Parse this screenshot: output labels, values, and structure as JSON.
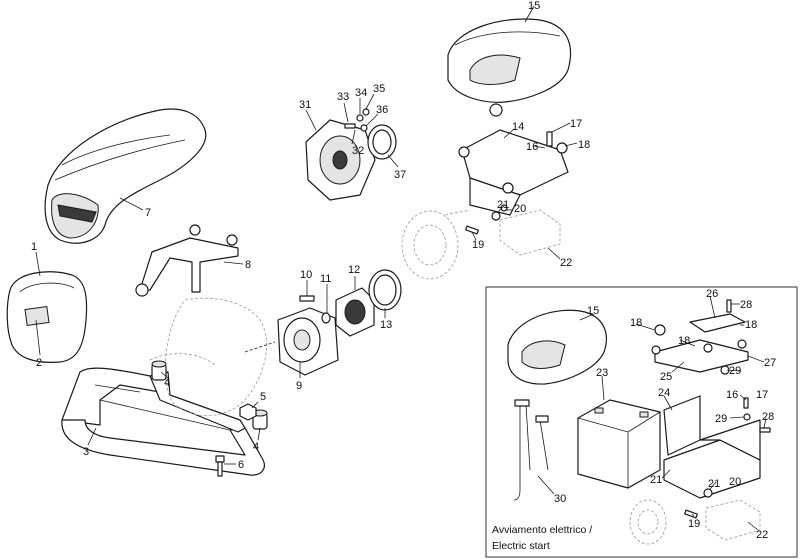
{
  "diagram": {
    "callouts": {
      "c1": "1",
      "c2": "2",
      "c3": "3",
      "c4a": "4",
      "c4b": "4",
      "c5": "5",
      "c6": "6",
      "c7": "7",
      "c8": "8",
      "c9": "9",
      "c10": "10",
      "c11": "11",
      "c12": "12",
      "c13": "13",
      "c14": "14",
      "c15": "15",
      "c16": "16",
      "c17": "17",
      "c18": "18",
      "c19": "19",
      "c20": "20",
      "c21": "21",
      "c22": "22",
      "c31": "31",
      "c32": "32",
      "c33": "33",
      "c34": "34",
      "c35": "35",
      "c36": "36",
      "c37": "37"
    },
    "inset": {
      "caption_line1": "Avviamento elettrico /",
      "caption_line2": "Electric start",
      "callouts": {
        "c15": "15",
        "c16": "16",
        "c17": "17",
        "c18a": "18",
        "c18b": "18",
        "c18c": "18",
        "c19": "19",
        "c20": "20",
        "c21a": "21",
        "c21b": "21",
        "c22": "22",
        "c23": "23",
        "c24": "24",
        "c25": "25",
        "c26": "26",
        "c27": "27",
        "c28a": "28",
        "c28b": "28",
        "c29a": "29",
        "c29b": "29",
        "c30": "30"
      }
    }
  }
}
